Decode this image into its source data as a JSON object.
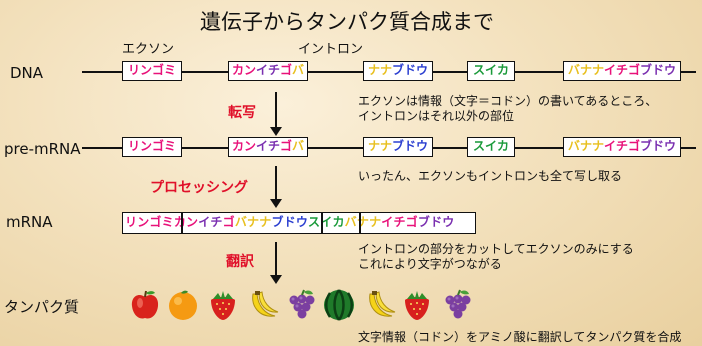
{
  "title": "遺伝子からタンパク質合成まで",
  "headers": {
    "exon": "エクソン",
    "intron": "イントロン"
  },
  "rows": {
    "dna": "DNA",
    "pre_mrna": "pre-mRNA",
    "mrna": "mRNA",
    "protein": "タンパク質"
  },
  "steps": {
    "transcription": "転写",
    "processing": "プロセッシング",
    "translation": "翻訳"
  },
  "notes": {
    "n1a": "エクソンは情報（文字＝コドン）の書いてあるところ、",
    "n1b": "イントロンはそれ以外の部位",
    "n2": "いったん、エクソンもイントロンも全て写し取る",
    "n3a": "イントロンの部分をカットしてエクソンのみにする",
    "n3b": "これにより文字がつながる",
    "n4": "文字情報（コドン）をアミノ酸に翻訳してタンパク質を合成"
  },
  "segments": [
    {
      "text": "リンゴミ",
      "chars": [
        [
          "リ",
          "#e8127a"
        ],
        [
          "ン",
          "#e8127a"
        ],
        [
          "ゴ",
          "#e8127a"
        ],
        [
          "ミ",
          "#e8127a"
        ]
      ]
    },
    {
      "text": "カンイチゴバ",
      "chars": [
        [
          "カ",
          "#e8127a"
        ],
        [
          "ン",
          "#e8127a"
        ],
        [
          "イ",
          "#7a2fb0"
        ],
        [
          "チ",
          "#7a2fb0"
        ],
        [
          "ゴ",
          "#e8127a"
        ],
        [
          "バ",
          "#e8c020"
        ]
      ]
    },
    {
      "text": "ナナブドウ",
      "chars": [
        [
          "ナ",
          "#e8c020"
        ],
        [
          "ナ",
          "#e8c020"
        ],
        [
          "ブ",
          "#2b3fd0"
        ],
        [
          "ド",
          "#2b3fd0"
        ],
        [
          "ウ",
          "#2b3fd0"
        ]
      ]
    },
    {
      "text": "スイカ",
      "chars": [
        [
          "ス",
          "#1a9a3a"
        ],
        [
          "イ",
          "#1a9a3a"
        ],
        [
          "カ",
          "#1a9a3a"
        ]
      ]
    },
    {
      "text": "バナナイチゴブドウ",
      "chars": [
        [
          "バ",
          "#e8c020"
        ],
        [
          "ナ",
          "#e8c020"
        ],
        [
          "ナ",
          "#e8c020"
        ],
        [
          "イ",
          "#e8127a"
        ],
        [
          "チ",
          "#e8127a"
        ],
        [
          "ゴ",
          "#e8127a"
        ],
        [
          "ブ",
          "#7a2fb0"
        ],
        [
          "ド",
          "#7a2fb0"
        ],
        [
          "ウ",
          "#7a2fb0"
        ]
      ]
    }
  ],
  "mrna_chars": [
    [
      "リ",
      "#e8127a"
    ],
    [
      "ン",
      "#e8127a"
    ],
    [
      "ゴ",
      "#e8127a"
    ],
    [
      "ミ",
      "#e8127a"
    ],
    [
      "カ",
      "#e8127a"
    ],
    [
      "ン",
      "#e8127a"
    ],
    [
      "イ",
      "#7a2fb0"
    ],
    [
      "チ",
      "#7a2fb0"
    ],
    [
      "ゴ",
      "#e8127a"
    ],
    [
      "バ",
      "#e8c020"
    ],
    [
      "ナ",
      "#e8c020"
    ],
    [
      "ナ",
      "#e8c020"
    ],
    [
      "ブ",
      "#2b3fd0"
    ],
    [
      "ド",
      "#2b3fd0"
    ],
    [
      "ウ",
      "#2b3fd0"
    ],
    [
      "ス",
      "#1a9a3a"
    ],
    [
      "イ",
      "#1a9a3a"
    ],
    [
      "カ",
      "#1a9a3a"
    ],
    [
      "バ",
      "#e8c020"
    ],
    [
      "ナ",
      "#e8c020"
    ],
    [
      "ナ",
      "#e8c020"
    ],
    [
      "イ",
      "#e8127a"
    ],
    [
      "チ",
      "#e8127a"
    ],
    [
      "ゴ",
      "#e8127a"
    ],
    [
      "ブ",
      "#7a2fb0"
    ],
    [
      "ド",
      "#7a2fb0"
    ],
    [
      "ウ",
      "#7a2fb0"
    ]
  ],
  "fruits": [
    "apple-icon",
    "orange-icon",
    "strawberry-icon",
    "banana-icon",
    "grape-icon",
    "watermelon-icon",
    "banana-icon",
    "strawberry-icon",
    "grape-icon"
  ]
}
